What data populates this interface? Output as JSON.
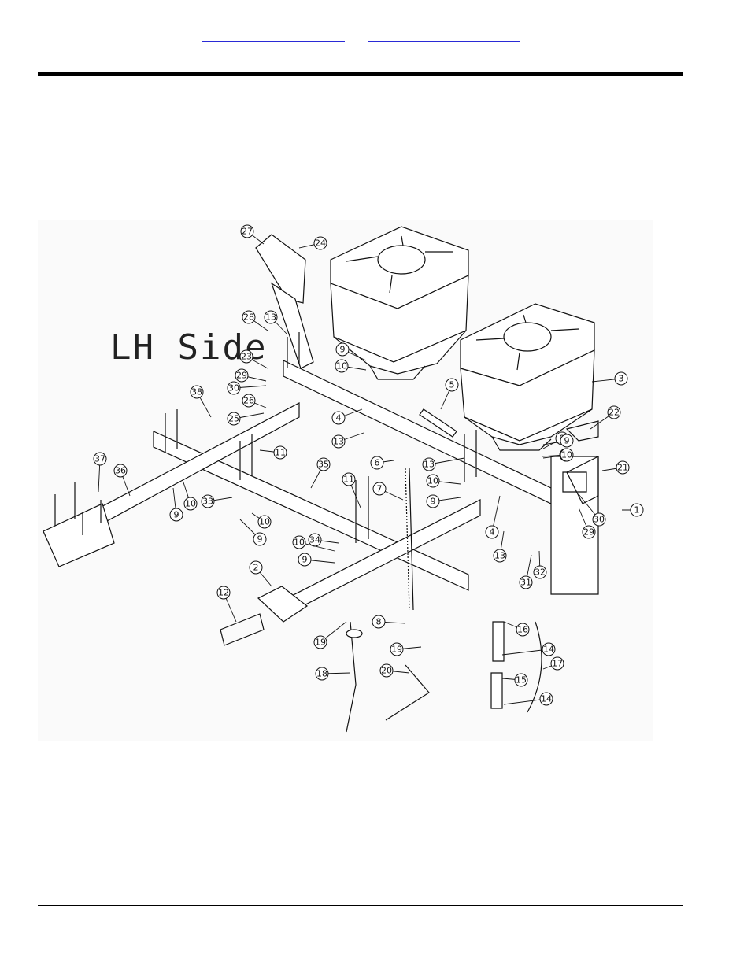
{
  "header": {
    "links": [
      "",
      ""
    ]
  },
  "diagram": {
    "side_label": "LH Side",
    "callouts": [
      "27",
      "24",
      "28",
      "13",
      "23",
      "29",
      "30",
      "26",
      "25",
      "38",
      "37",
      "36",
      "9",
      "10",
      "33",
      "11",
      "35",
      "10",
      "9",
      "9",
      "10",
      "4",
      "13",
      "6",
      "5",
      "7",
      "11",
      "10",
      "9",
      "34",
      "10",
      "9",
      "3",
      "22",
      "9",
      "10",
      "21",
      "13",
      "10",
      "9",
      "30",
      "1",
      "29",
      "4",
      "32",
      "31",
      "13",
      "2",
      "12",
      "19",
      "8",
      "19",
      "18",
      "20",
      "16",
      "14",
      "15",
      "14",
      "17"
    ]
  }
}
